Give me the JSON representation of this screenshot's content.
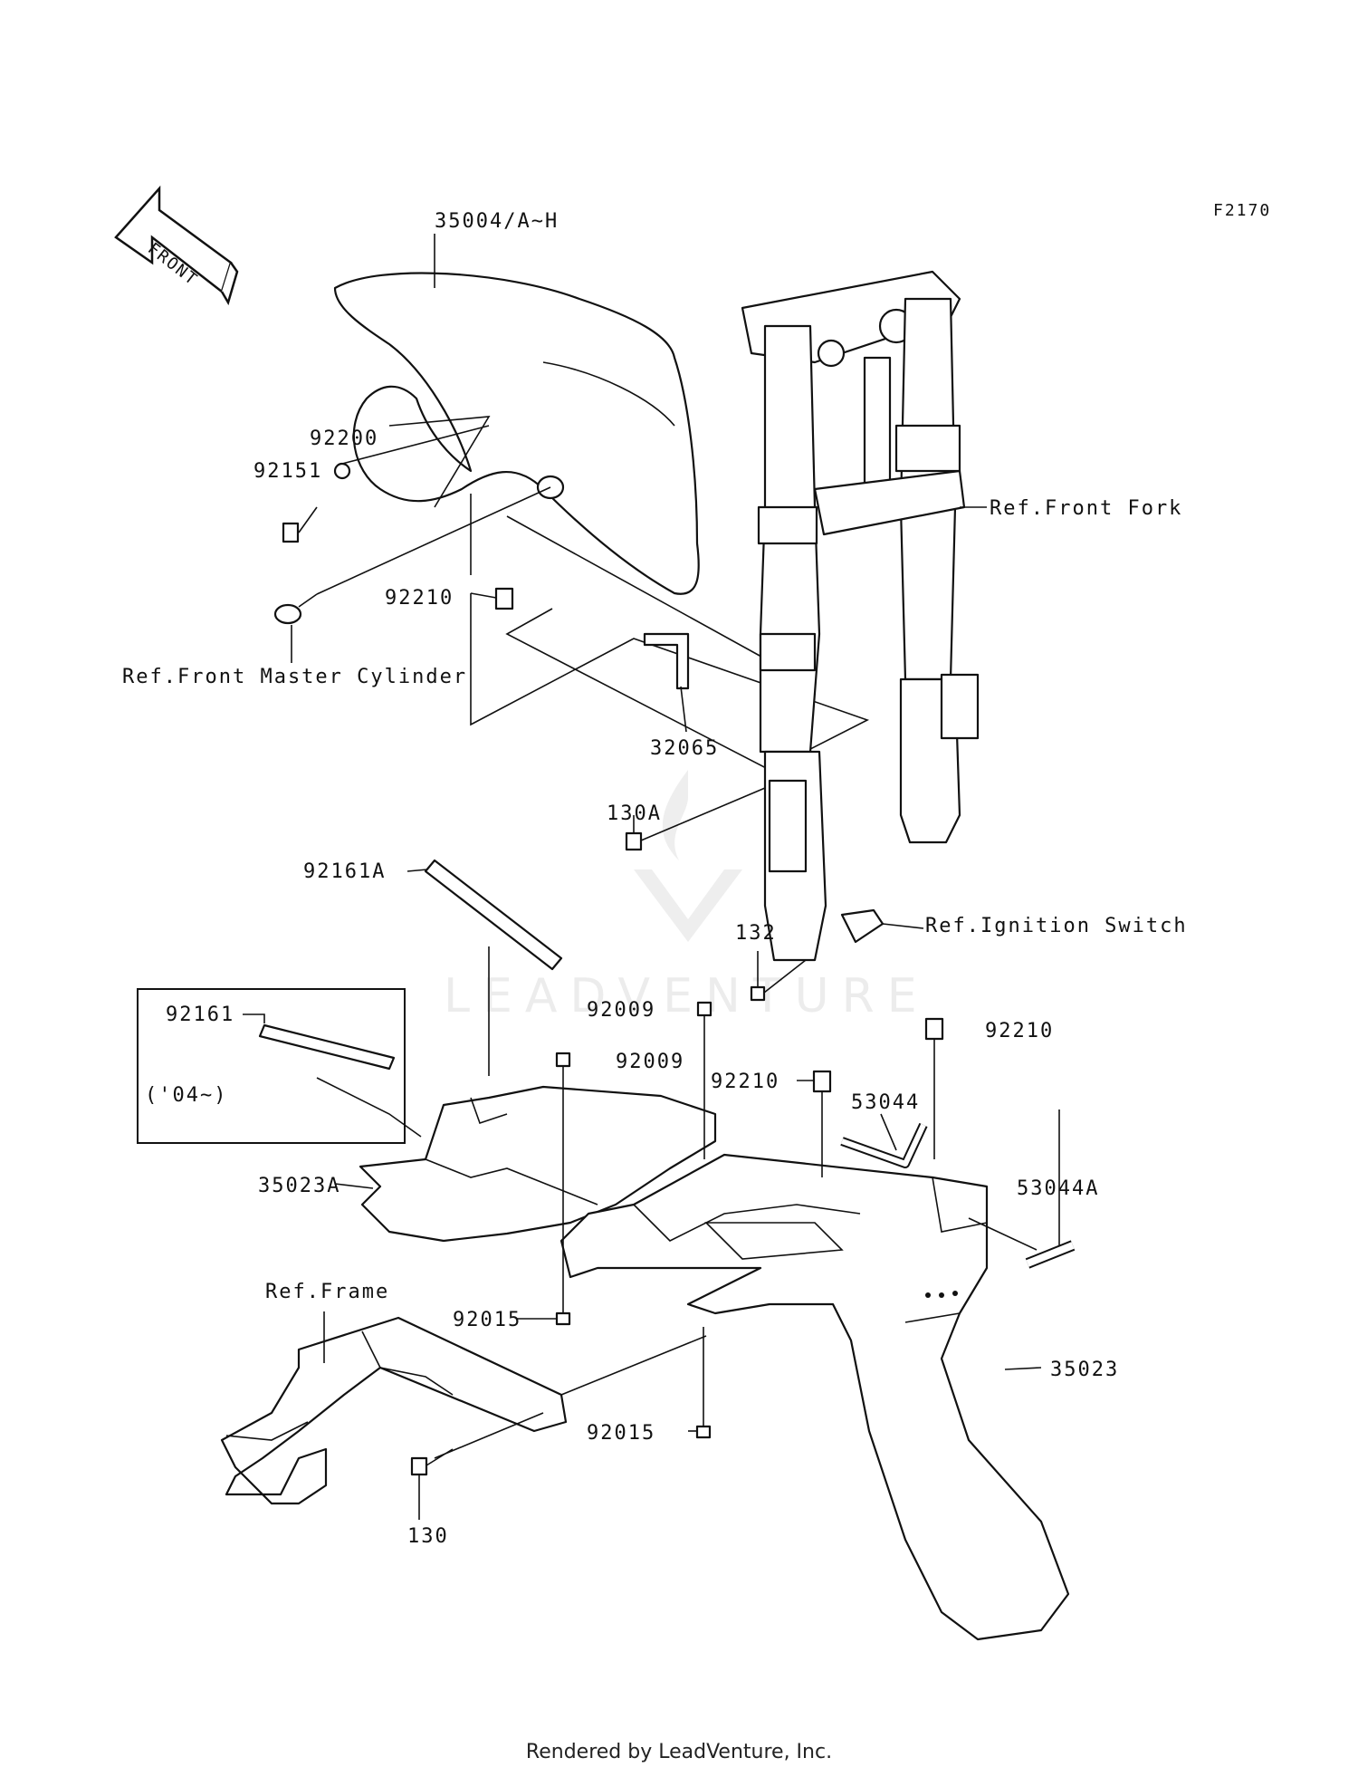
{
  "diagram": {
    "figure_code": "F2170",
    "front_arrow_text": "FRONT",
    "callouts": {
      "fender_front": "35004/A~H",
      "washer_92200": "92200",
      "screw_92151": "92151",
      "clip_92210_front": "92210",
      "ref_front_master_cylinder": "Ref.Front Master Cylinder",
      "ref_front_fork": "Ref.Front Fork",
      "bracket_32065": "32065",
      "bolt_130a": "130A",
      "bolt_132": "132",
      "ref_ignition_switch": "Ref.Ignition Switch",
      "pad_92161a": "92161A",
      "pad_92161": "92161",
      "year_note": "('04~)",
      "screw_92009_upper": "92009",
      "screw_92009_lower": "92009",
      "clip_92210_right": "92210",
      "clip_92210_mid": "92210",
      "hose_53044": "53044",
      "hose_53044a": "53044A",
      "cover_35023a": "35023A",
      "ref_frame": "Ref.Frame",
      "nut_92015_left": "92015",
      "nut_92015_bottom": "92015",
      "fender_rear_35023": "35023",
      "bolt_130": "130"
    },
    "watermark_text": "LEADVENTURE"
  },
  "footer": {
    "rendered_by": "Rendered by LeadVenture, Inc."
  }
}
